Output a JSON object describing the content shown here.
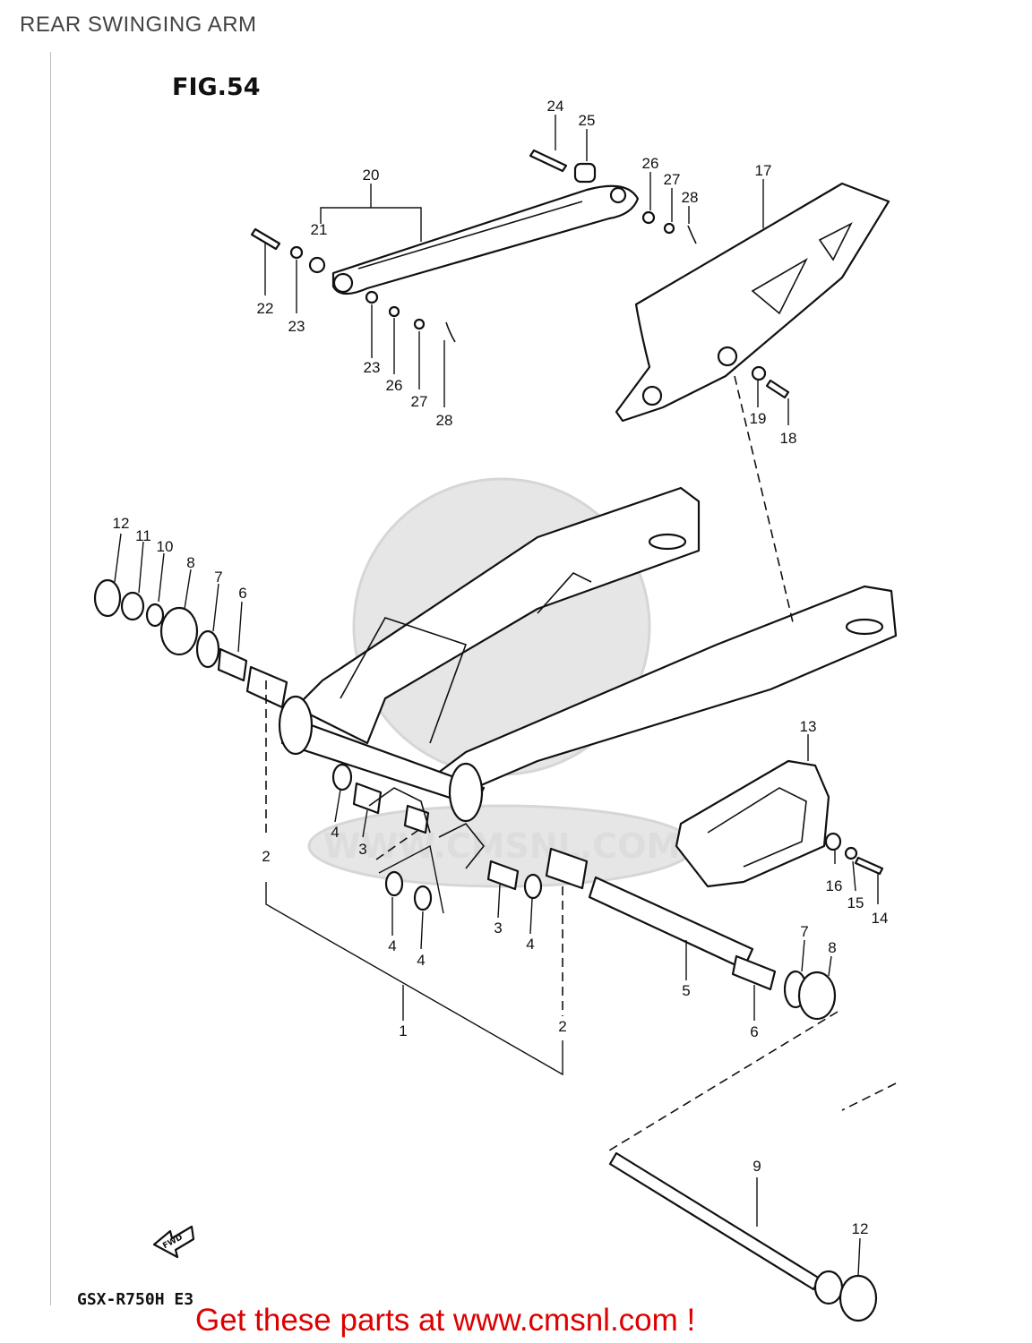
{
  "header": {
    "title": "REAR SWINGING ARM"
  },
  "figure": {
    "label": "FIG.54",
    "model": "GSX-R750H E3",
    "direction_label": "FWD"
  },
  "watermark": {
    "text": "WWW.CMSNL.COM"
  },
  "callouts": {
    "p1": "1",
    "p2a": "2",
    "p2b": "2",
    "p3a": "3",
    "p3b": "3",
    "p4a": "4",
    "p4b": "4",
    "p4c": "4",
    "p4d": "4",
    "p5": "5",
    "p6a": "6",
    "p6b": "6",
    "p7a": "7",
    "p7b": "7",
    "p8a": "8",
    "p8b": "8",
    "p9": "9",
    "p10": "10",
    "p11": "11",
    "p12a": "12",
    "p12b": "12",
    "p13": "13",
    "p14": "14",
    "p15": "15",
    "p16": "16",
    "p17": "17",
    "p18": "18",
    "p19": "19",
    "p20": "20",
    "p21": "21",
    "p22": "22",
    "p23a": "23",
    "p23b": "23",
    "p24": "24",
    "p25": "25",
    "p26a": "26",
    "p26b": "26",
    "p27a": "27",
    "p27b": "27",
    "p28a": "28",
    "p28b": "28"
  },
  "footer": {
    "link_text": "Get these parts at www.cmsnl.com !"
  },
  "colors": {
    "link": "#dd0000",
    "line": "#111111",
    "watermark": "#e6e6e6"
  }
}
